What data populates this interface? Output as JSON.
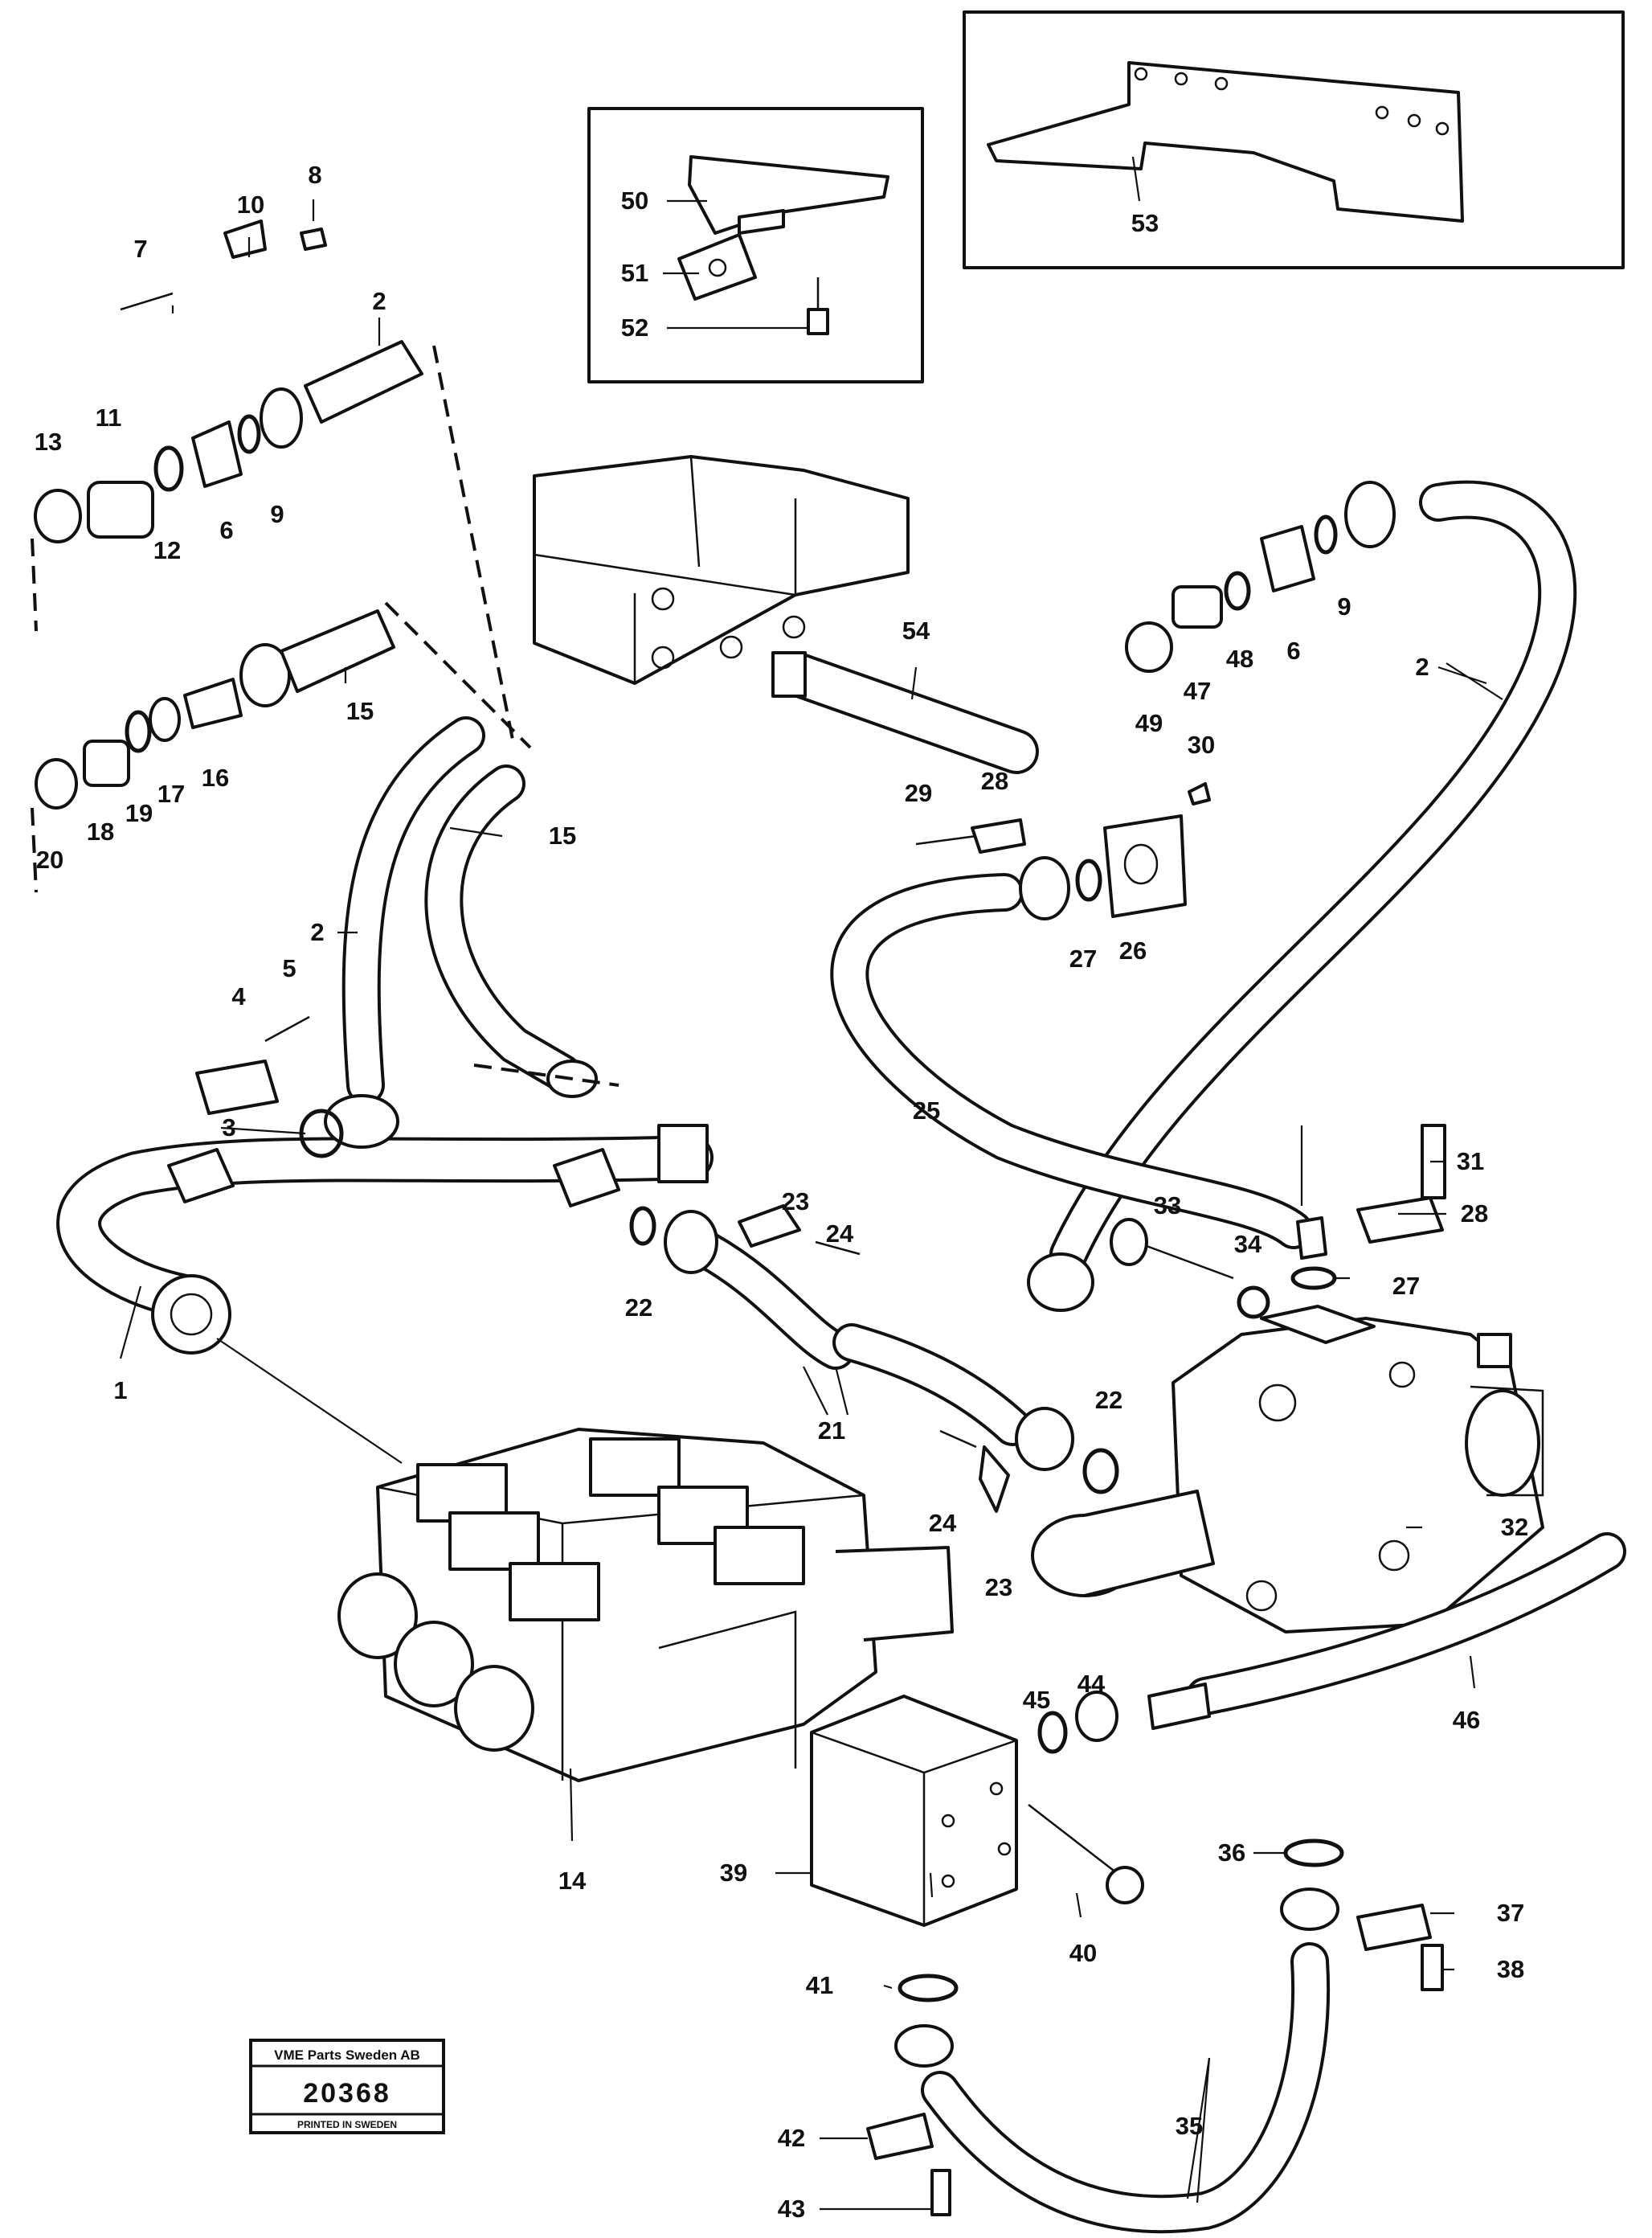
{
  "parts": [
    {
      "id": "1",
      "label": "1"
    },
    {
      "id": "2a",
      "label": "2"
    },
    {
      "id": "2b",
      "label": "2"
    },
    {
      "id": "2c",
      "label": "2"
    },
    {
      "id": "3",
      "label": "3"
    },
    {
      "id": "4",
      "label": "4"
    },
    {
      "id": "5",
      "label": "5"
    },
    {
      "id": "6a",
      "label": "6"
    },
    {
      "id": "6b",
      "label": "6"
    },
    {
      "id": "7",
      "label": "7"
    },
    {
      "id": "8",
      "label": "8"
    },
    {
      "id": "9a",
      "label": "9"
    },
    {
      "id": "9b",
      "label": "9"
    },
    {
      "id": "10",
      "label": "10"
    },
    {
      "id": "11",
      "label": "11"
    },
    {
      "id": "12",
      "label": "12"
    },
    {
      "id": "13",
      "label": "13"
    },
    {
      "id": "14",
      "label": "14"
    },
    {
      "id": "15a",
      "label": "15"
    },
    {
      "id": "15b",
      "label": "15"
    },
    {
      "id": "16",
      "label": "16"
    },
    {
      "id": "17",
      "label": "17"
    },
    {
      "id": "18",
      "label": "18"
    },
    {
      "id": "19",
      "label": "19"
    },
    {
      "id": "20",
      "label": "20"
    },
    {
      "id": "21",
      "label": "21"
    },
    {
      "id": "22a",
      "label": "22"
    },
    {
      "id": "22b",
      "label": "22"
    },
    {
      "id": "23a",
      "label": "23"
    },
    {
      "id": "23b",
      "label": "23"
    },
    {
      "id": "24a",
      "label": "24"
    },
    {
      "id": "24b",
      "label": "24"
    },
    {
      "id": "25",
      "label": "25"
    },
    {
      "id": "26",
      "label": "26"
    },
    {
      "id": "27a",
      "label": "27"
    },
    {
      "id": "27b",
      "label": "27"
    },
    {
      "id": "28a",
      "label": "28"
    },
    {
      "id": "28b",
      "label": "28"
    },
    {
      "id": "29",
      "label": "29"
    },
    {
      "id": "30",
      "label": "30"
    },
    {
      "id": "31",
      "label": "31"
    },
    {
      "id": "32",
      "label": "32"
    },
    {
      "id": "33",
      "label": "33"
    },
    {
      "id": "34",
      "label": "34"
    },
    {
      "id": "35",
      "label": "35"
    },
    {
      "id": "36",
      "label": "36"
    },
    {
      "id": "37",
      "label": "37"
    },
    {
      "id": "38",
      "label": "38"
    },
    {
      "id": "39",
      "label": "39"
    },
    {
      "id": "40",
      "label": "40"
    },
    {
      "id": "41",
      "label": "41"
    },
    {
      "id": "42",
      "label": "42"
    },
    {
      "id": "43",
      "label": "43"
    },
    {
      "id": "44",
      "label": "44"
    },
    {
      "id": "45",
      "label": "45"
    },
    {
      "id": "46",
      "label": "46"
    },
    {
      "id": "47",
      "label": "47"
    },
    {
      "id": "48",
      "label": "48"
    },
    {
      "id": "49",
      "label": "49"
    },
    {
      "id": "50",
      "label": "50"
    },
    {
      "id": "51",
      "label": "51"
    },
    {
      "id": "52",
      "label": "52"
    },
    {
      "id": "53",
      "label": "53"
    },
    {
      "id": "54",
      "label": "54"
    }
  ],
  "stamp": {
    "company": "VME Parts Sweden AB",
    "number": "20368",
    "footer": "PRINTED IN SWEDEN"
  }
}
